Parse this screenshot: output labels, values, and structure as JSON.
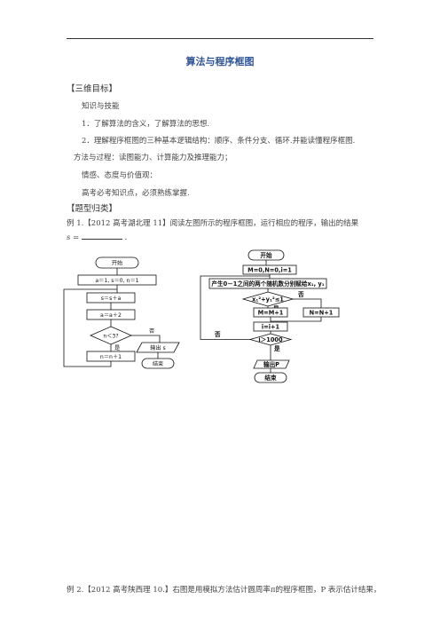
{
  "doc": {
    "title": "算法与程序框图",
    "section1": "【三维目标】",
    "k_title": "知识与技能",
    "k1": "1．了解算法的含义，了解算法的思想.",
    "k2": "2．理解程序框图的三种基本逻辑结构：顺序、条件分支、循环.并能读懂程序框图.",
    "method": "方法与过程：读图能力、计算能力及推理能力；",
    "attitude": "情感、态度与价值观：",
    "exam": "高考必考知识点，必须熟练掌握.",
    "section2": "【题型归类】",
    "ex1": "例 1.【2012 高考湖北理 11】阅读左图所示的程序框图，运行相应的程序，输出的结果",
    "ex1_answer_prefix": "s =",
    "ex2": "例 2.【2012 高考陕西理 10.】右图是用模拟方法估计圆周率π的程序框图，P 表示估计结果，"
  },
  "flow_left": {
    "start": "开始",
    "init": "a＝1, s＝0, n＝1",
    "step1": "s＝s＋a",
    "step2": "a＝a＋2",
    "cond": "n＜3?",
    "yes": "是",
    "no": "否",
    "inc": "n＝n＋1",
    "output": "输出 s",
    "end": "结束"
  },
  "flow_right": {
    "start": "开始",
    "init": "M=0,N=0,i=1",
    "gen": "产生0－1之间的两个随机数分别赋给x₁, y₁",
    "cond": "x₁²+y₁²≤1",
    "yes": "是",
    "no": "否",
    "m_inc": "M=M+1",
    "n_inc": "N=N+1",
    "i_inc": "i=i+1",
    "loop_cond": "i＞1000",
    "yes2": "是",
    "no2": "否",
    "output": "输出P",
    "end": "结束"
  }
}
